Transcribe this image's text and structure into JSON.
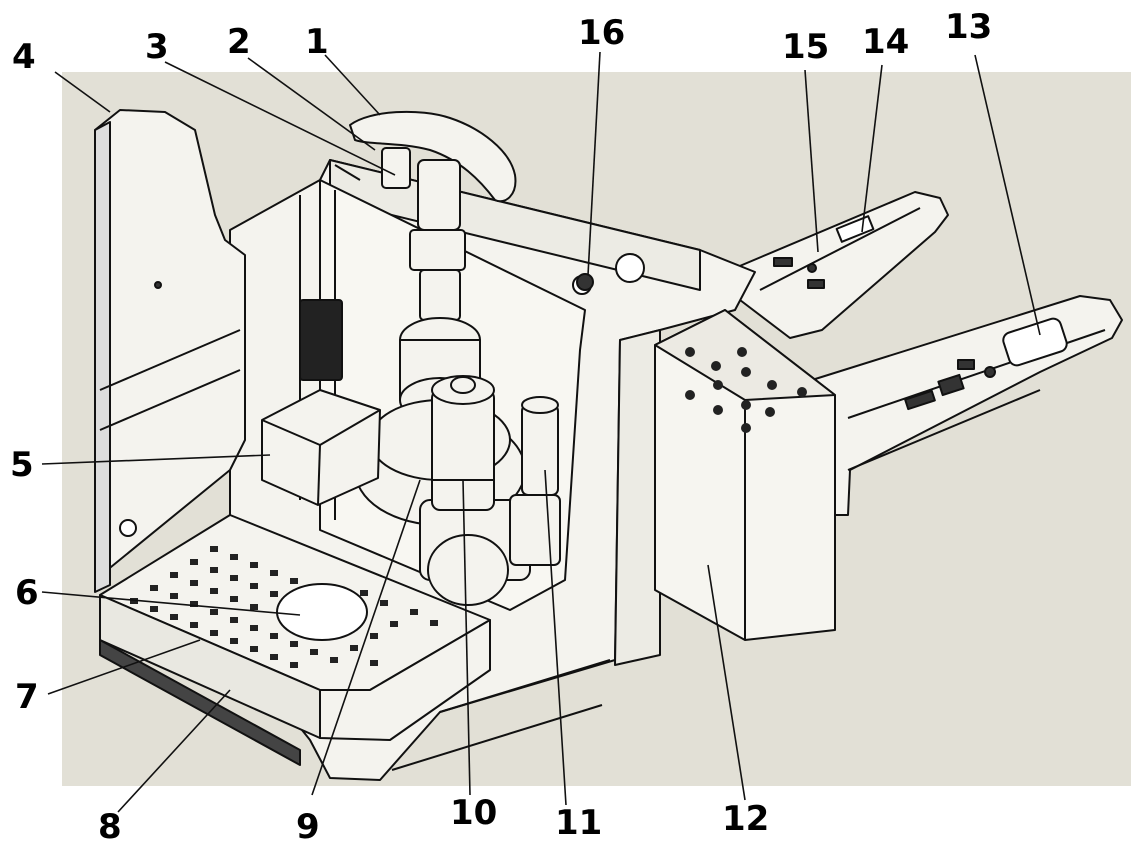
{
  "callouts": {
    "c1": "1",
    "c2": "2",
    "c3": "3",
    "c4": "4",
    "c5": "5",
    "c6": "6",
    "c7": "7",
    "c8": "8",
    "c9": "9",
    "c10": "10",
    "c11": "11",
    "c12": "12",
    "c13": "13",
    "c14": "14",
    "c15": "15",
    "c16": "16"
  },
  "colors": {
    "background": "#e2e0d6",
    "body_fill": "#f4f3ee",
    "line": "#111111"
  }
}
